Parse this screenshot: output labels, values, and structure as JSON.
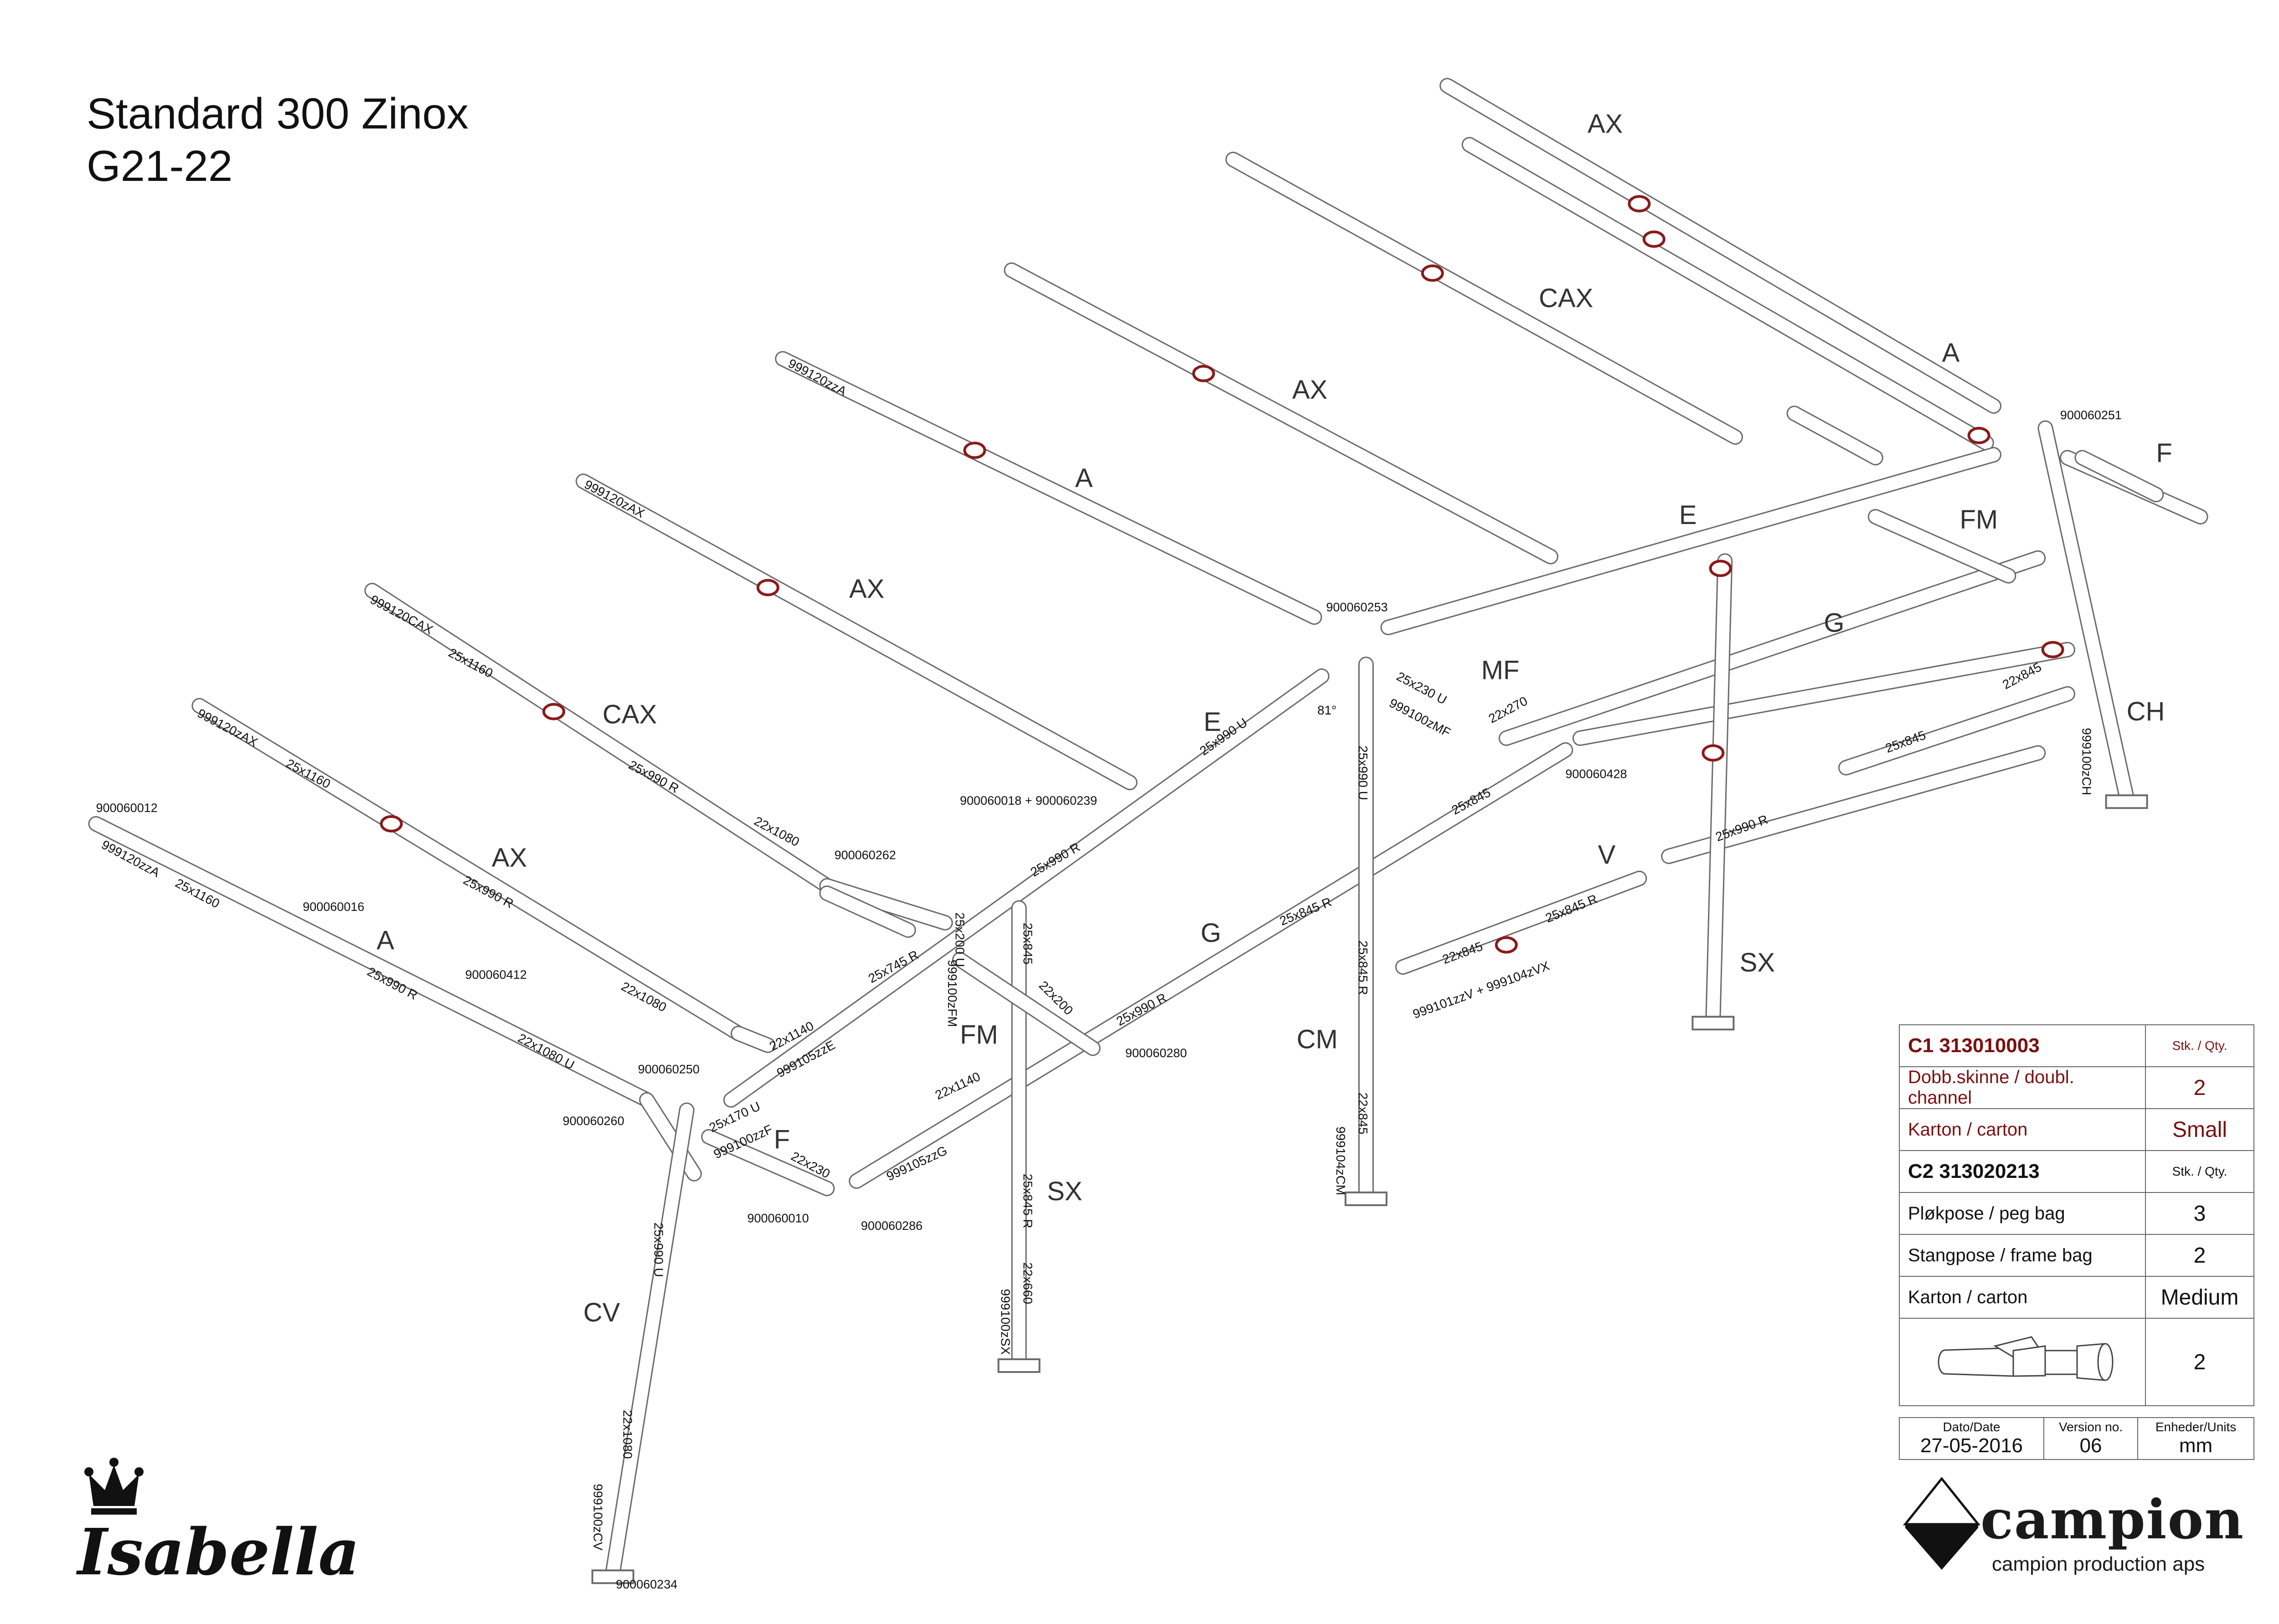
{
  "title": {
    "line1": "Standard 300 Zinox",
    "line2": "G21-22"
  },
  "part_labels": [
    {
      "text": "AX"
    },
    {
      "text": "CAX"
    },
    {
      "text": "A"
    },
    {
      "text": "AX"
    },
    {
      "text": "A"
    },
    {
      "text": "AX"
    },
    {
      "text": "CAX"
    },
    {
      "text": "AX"
    },
    {
      "text": "A"
    },
    {
      "text": "E"
    },
    {
      "text": "E"
    },
    {
      "text": "MF"
    },
    {
      "text": "F"
    },
    {
      "text": "FM"
    },
    {
      "text": "G"
    },
    {
      "text": "CH"
    },
    {
      "text": "V"
    },
    {
      "text": "G"
    },
    {
      "text": "SX"
    },
    {
      "text": "CM"
    },
    {
      "text": "FM"
    },
    {
      "text": "SX"
    },
    {
      "text": "F"
    },
    {
      "text": "CV"
    }
  ],
  "part_numbers": [
    {
      "text": "900060251"
    },
    {
      "text": "900060253"
    },
    {
      "text": "900060018 + 900060239"
    },
    {
      "text": "900060428"
    },
    {
      "text": "900060262"
    },
    {
      "text": "900060012"
    },
    {
      "text": "900060016"
    },
    {
      "text": "900060412"
    },
    {
      "text": "900060250"
    },
    {
      "text": "900060260"
    },
    {
      "text": "900060280"
    },
    {
      "text": "900060010"
    },
    {
      "text": "900060286"
    },
    {
      "text": "900060234"
    }
  ],
  "dimension_labels": [
    {
      "text": "999120zzA"
    },
    {
      "text": "999120zAX"
    },
    {
      "text": "999120CAX"
    },
    {
      "text": "25x1160"
    },
    {
      "text": "999120zAX"
    },
    {
      "text": "25x1160"
    },
    {
      "text": "999120zzA"
    },
    {
      "text": "25x1160"
    },
    {
      "text": "25x990 R"
    },
    {
      "text": "22x1080"
    },
    {
      "text": "25x990 R"
    },
    {
      "text": "22x1080"
    },
    {
      "text": "25x990 R"
    },
    {
      "text": "22x1080 U"
    },
    {
      "text": "25x745 R"
    },
    {
      "text": "22x1140"
    },
    {
      "text": "999105zzE"
    },
    {
      "text": "25x990 U"
    },
    {
      "text": "25x990 R"
    },
    {
      "text": "25x230 U"
    },
    {
      "text": "999100zMF"
    },
    {
      "text": "22x270"
    },
    {
      "text": "25x990 U"
    },
    {
      "text": "81°"
    },
    {
      "text": "25x845"
    },
    {
      "text": "22x845"
    },
    {
      "text": "25x845"
    },
    {
      "text": "999100zCH"
    },
    {
      "text": "25x990 R"
    },
    {
      "text": "25x845 R"
    },
    {
      "text": "22x845"
    },
    {
      "text": "999101zzV + 999104zVX"
    },
    {
      "text": "25x845 R"
    },
    {
      "text": "25x845 R"
    },
    {
      "text": "22x845"
    },
    {
      "text": "999104zCM"
    },
    {
      "text": "25x200 U"
    },
    {
      "text": "999100zFM"
    },
    {
      "text": "25x845"
    },
    {
      "text": "22x200"
    },
    {
      "text": "25x990 R"
    },
    {
      "text": "22x1140"
    },
    {
      "text": "999105zzG"
    },
    {
      "text": "25x845 R"
    },
    {
      "text": "22x660"
    },
    {
      "text": "999100zSX"
    },
    {
      "text": "25x170 U"
    },
    {
      "text": "999100zzF"
    },
    {
      "text": "22x230"
    },
    {
      "text": "25x990 U"
    },
    {
      "text": "22x1080"
    },
    {
      "text": "999100zCV"
    }
  ],
  "table_c1": {
    "code": "C1 313010003",
    "qty_header": "Stk. / Qty.",
    "rows": [
      {
        "label": "Dobb.skinne / doubl. channel",
        "qty": "2"
      },
      {
        "label": "Karton / carton",
        "qty": "Small"
      }
    ]
  },
  "table_c2": {
    "code": "C2 313020213",
    "qty_header": "Stk. / Qty.",
    "rows": [
      {
        "label": "Pløkpose / peg bag",
        "qty": "3"
      },
      {
        "label": "Stangpose / frame bag",
        "qty": "2"
      },
      {
        "label": "Karton / carton",
        "qty": "Medium"
      }
    ],
    "image_row_qty": "2"
  },
  "footer": {
    "date_label": "Dato/Date",
    "date": "27-05-2016",
    "version_label": "Version no.",
    "version": "06",
    "units_label": "Enheder/Units",
    "units": "mm"
  },
  "brand": {
    "left": "Isabella",
    "right": "campion",
    "right_sub": "campion production aps"
  },
  "colors": {
    "line": "#555555",
    "accent": "#8b1a1a",
    "text": "#111111"
  }
}
